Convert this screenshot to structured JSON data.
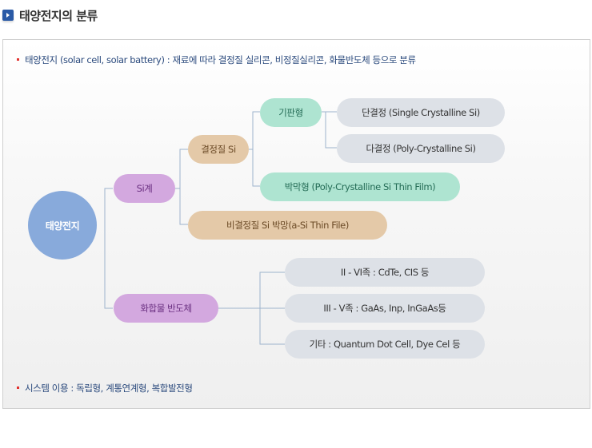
{
  "title": "태양전지의 분류",
  "notes": {
    "top": "태양전지 (solar cell, solar battery) : 재료에 따라 결정질 실리콘, 비정질실리콘, 화물반도체 등으로 분류",
    "bottom": "시스템 이용 : 독립형, 계통연계형, 복합발전형"
  },
  "diagram": {
    "root": "태양전지",
    "si": "Si계",
    "compound": "화합물 반도체",
    "crystalline": "결정질 Si",
    "amorphous": "비결정질 Si 박망(a-Si Thin File)",
    "substrate": "기판형",
    "thinfilm": "박막형 (Poly-Crystalline Si Thin Film)",
    "single": "단결정 (Single Crystalline Si)",
    "poly": "다결정 (Poly-Crystalline Si)",
    "ii_vi": "II - VI족 : CdTe, CIS 등",
    "iii_v": "III - V족 : GaAs, Inp, InGaAs등",
    "other": "기타 : Quantum Dot Cell, Dye Cel 등"
  },
  "colors": {
    "root": "#88aadb",
    "si_group": "#d3a8df",
    "crystalline_group": "#e4c9a8",
    "substrate_group": "#aee4d1",
    "leaf": "#dde1e7",
    "bullet": "#e2322f",
    "note_text": "#2b4a7d"
  }
}
